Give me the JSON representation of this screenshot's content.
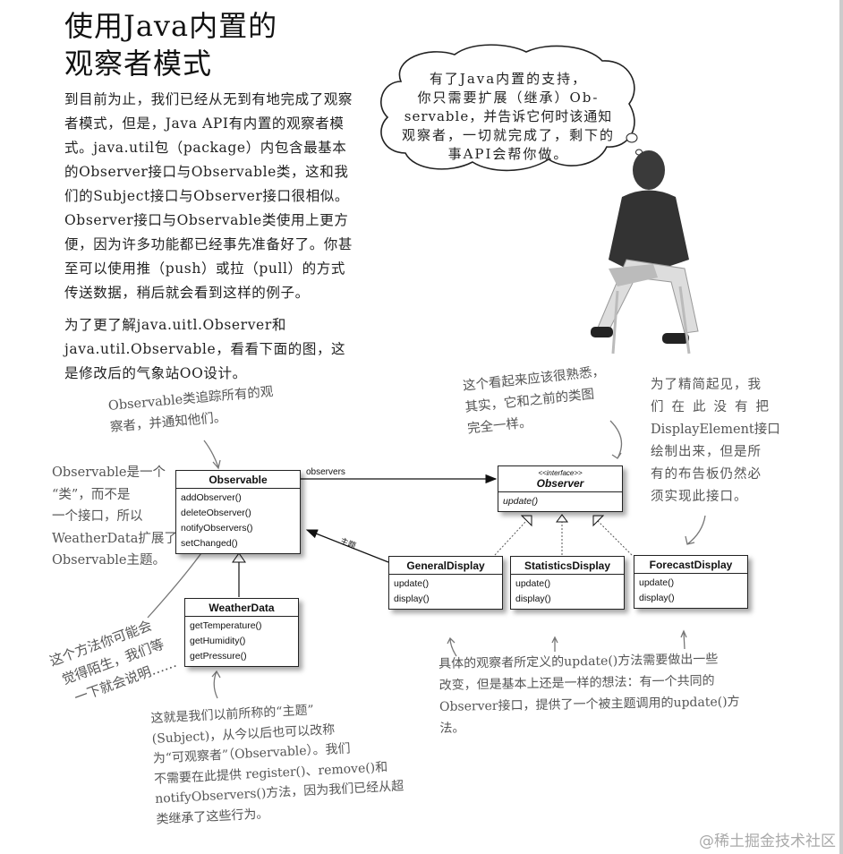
{
  "title": {
    "line1": "使用Java内置的",
    "line2": "观察者模式"
  },
  "body": {
    "paragraph1": "到目前为止，我们已经从无到有地完成了观察者模式，但是，Java API有内置的观察者模式。java.util包（package）内包含最基本的Observer接口与Observable类，这和我们的Subject接口与Observer接口很相似。Observer接口与Observable类使用上更方便，因为许多功能都已经事先准备好了。你甚至可以使用推（push）或拉（pull）的方式传送数据，稍后就会看到这样的例子。",
    "paragraph2": "为了更了解java.uitl.Observer和java.util.Observable，看看下面的图，这是修改后的气象站OO设计。"
  },
  "bubble": {
    "lines": [
      "有了Java内置的支持，",
      "你只需要扩展（继承）Ob-",
      "servable，并告诉它何时该通知",
      "观察者，一切就完成了，剩下的",
      "事API会帮你做。"
    ]
  },
  "notes": {
    "observable_tracks": [
      "Observable类追踪所有的观",
      "察者，并通知他们。"
    ],
    "observable_is_class": [
      "Observable是一个",
      "“类”，而不是",
      "一个接口，所以",
      "WeatherData扩展了",
      "Observable主题。"
    ],
    "method_unfamiliar": [
      "这个方法你可能会",
      "觉得陌生，我们等",
      "一下就会说明……"
    ],
    "subject": [
      "这就是我们以前所称的“主题”",
      "(Subject)，从今以后也可以改称",
      "为“可观察者”（Observable）。我们",
      "不需要在此提供 register()、remove()和",
      "notifyObservers()方法，因为我们已经从超",
      "类继承了这些行为。"
    ],
    "familiar": [
      "这个看起来应该很熟悉，",
      "其实，它和之前的类图",
      "完全一样。"
    ],
    "display_element": [
      "为了精简起见，我",
      "们在此没有把",
      "DisplayElement接口",
      "绘制出来，但是所",
      "有的布告板仍然必",
      "须实现此接口。"
    ],
    "update_method": [
      "具体的观察者所定义的update()方法需要做出一些",
      "改变，但是基本上还是一样的想法：有一个共同的",
      "Observer接口，提供了一个被主题调用的update()方",
      "法。"
    ]
  },
  "diagram": {
    "observable": {
      "name": "Observable",
      "methods": [
        "addObserver()",
        "deleteObserver()",
        "notifyObservers()",
        "setChanged()"
      ]
    },
    "weatherdata": {
      "name": "WeatherData",
      "methods": [
        "getTemperature()",
        "getHumidity()",
        "getPressure()"
      ]
    },
    "observer": {
      "stereotype": "<<interface>>",
      "name": "Observer",
      "methods": [
        "update()"
      ]
    },
    "general": {
      "name": "GeneralDisplay",
      "methods": [
        "update()",
        "display()"
      ]
    },
    "statistics": {
      "name": "StatisticsDisplay",
      "methods": [
        "update()",
        "display()"
      ]
    },
    "forecast": {
      "name": "ForecastDisplay",
      "methods": [
        "update()",
        "display()"
      ]
    },
    "observers_label": "observers",
    "subject_label": "主题"
  },
  "watermark": "@稀土掘金技术社区"
}
